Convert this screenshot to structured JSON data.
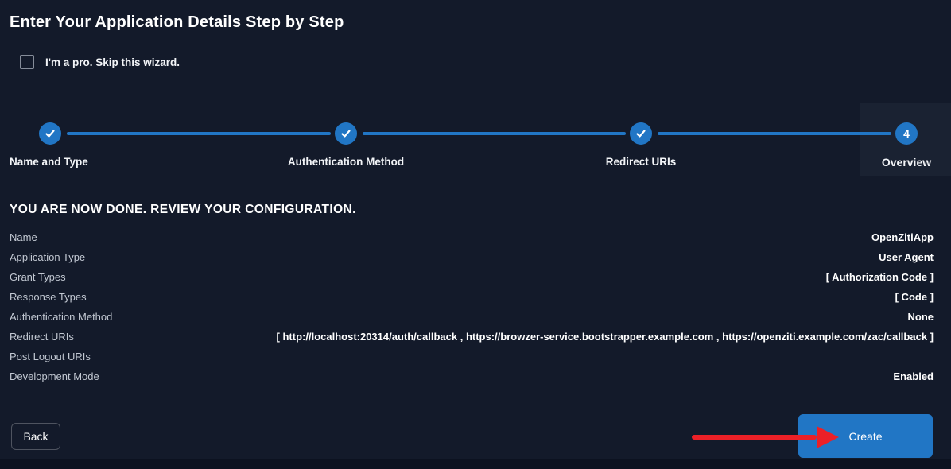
{
  "page": {
    "title": "Enter Your Application Details Step by Step",
    "skip_checkbox_label": "I'm a pro. Skip this wizard.",
    "skip_checkbox_checked": false
  },
  "stepper": {
    "steps": [
      {
        "label": "Name and Type",
        "state": "done",
        "icon": "check-icon"
      },
      {
        "label": "Authentication Method",
        "state": "done",
        "icon": "check-icon"
      },
      {
        "label": "Redirect URIs",
        "state": "done",
        "icon": "check-icon"
      },
      {
        "label": "Overview",
        "state": "active",
        "number": "4"
      }
    ]
  },
  "review": {
    "heading": "YOU ARE NOW DONE. REVIEW YOUR CONFIGURATION.",
    "rows": [
      {
        "label": "Name",
        "value": "OpenZitiApp"
      },
      {
        "label": "Application Type",
        "value": "User Agent"
      },
      {
        "label": "Grant Types",
        "value": "[ Authorization Code ]"
      },
      {
        "label": "Response Types",
        "value": "[ Code ]"
      },
      {
        "label": "Authentication Method",
        "value": "None"
      },
      {
        "label": "Redirect URIs",
        "value": "[ http://localhost:20314/auth/callback , https://browzer-service.bootstrapper.example.com , https://openziti.example.com/zac/callback ]"
      },
      {
        "label": "Post Logout URIs",
        "value": ""
      },
      {
        "label": "Development Mode",
        "value": "Enabled"
      }
    ]
  },
  "actions": {
    "back_label": "Back",
    "create_label": "Create"
  },
  "colors": {
    "accent_blue": "#2176c5",
    "arrow_red": "#ec2027",
    "background": "#131a2a",
    "active_step_panel": "#1a2232"
  }
}
